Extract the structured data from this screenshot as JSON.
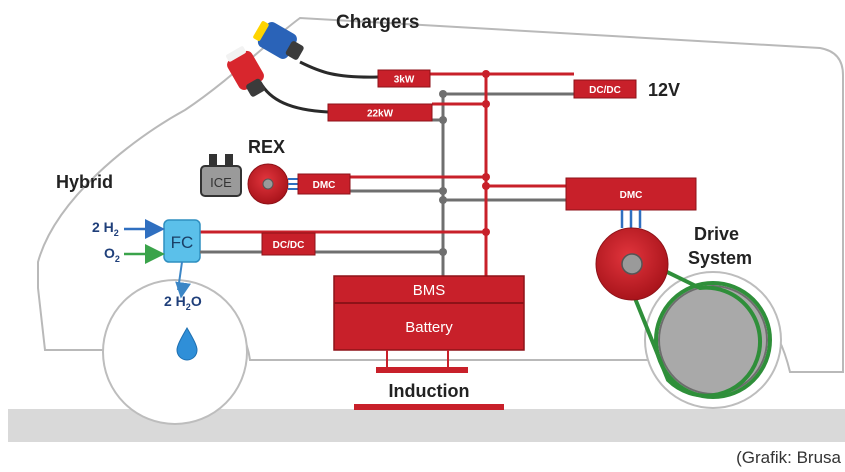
{
  "labels": {
    "chargers": "Chargers",
    "hybrid": "Hybrid",
    "rex": "REX",
    "v12": "12V",
    "drive_line1": "Drive",
    "drive_line2": "System",
    "induction": "Induction",
    "h2_coeff": "2 H",
    "h2_sub": "2",
    "o2_main": "O",
    "o2_sub": "2",
    "h2o_coeff": "2 H",
    "h2o_sub": "2",
    "h2o_tail": "O"
  },
  "components": {
    "charger_3kw": "3kW",
    "charger_22kw": "22kW",
    "dcdc_12v": "DC/DC",
    "dcdc_fc": "DC/DC",
    "dmc_rex": "DMC",
    "dmc_drive": "DMC",
    "ice": "ICE",
    "fc": "FC",
    "bms": "BMS",
    "battery": "Battery"
  },
  "credit": "(Grafik: Brusa",
  "colors": {
    "red": "#c8202a",
    "dark_red": "#8e1218",
    "bus_grey": "#6f6f6f",
    "fc_blue": "#5bc0ea",
    "h2_arrow": "#2f6fc0",
    "o2_arrow": "#3aa34a",
    "belt_green": "#2f8f3a",
    "road": "#d9d9d9"
  }
}
